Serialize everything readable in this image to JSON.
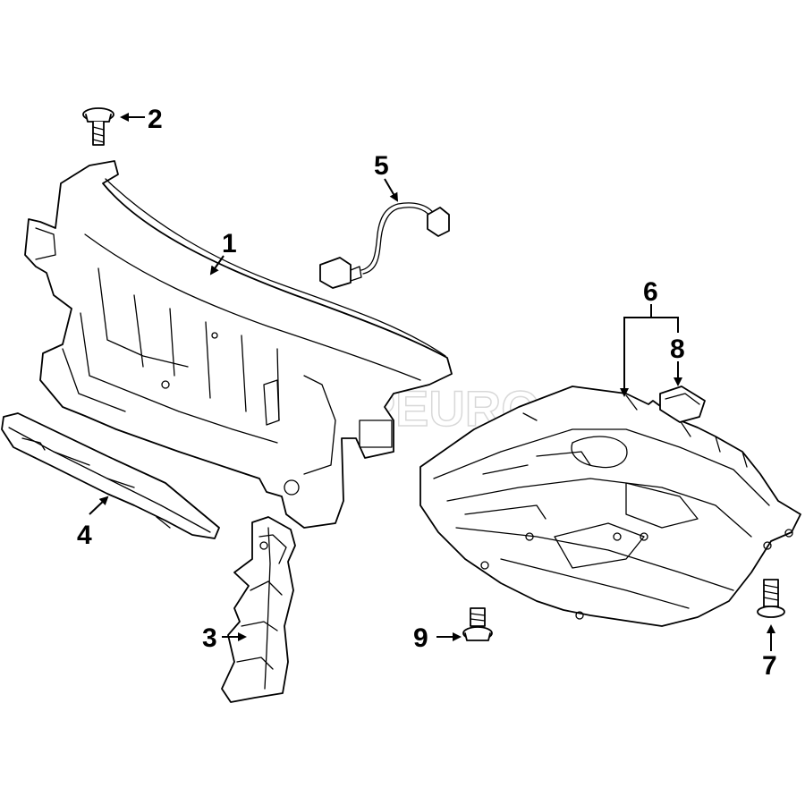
{
  "watermark": "FCPEURO",
  "callouts": [
    {
      "id": "1",
      "label": "1"
    },
    {
      "id": "2",
      "label": "2"
    },
    {
      "id": "3",
      "label": "3"
    },
    {
      "id": "4",
      "label": "4"
    },
    {
      "id": "5",
      "label": "5"
    },
    {
      "id": "6",
      "label": "6"
    },
    {
      "id": "7",
      "label": "7"
    },
    {
      "id": "8",
      "label": "8"
    },
    {
      "id": "9",
      "label": "9"
    }
  ],
  "colors": {
    "line": "#000000",
    "background": "#ffffff",
    "watermark": "#c8c8c8"
  }
}
